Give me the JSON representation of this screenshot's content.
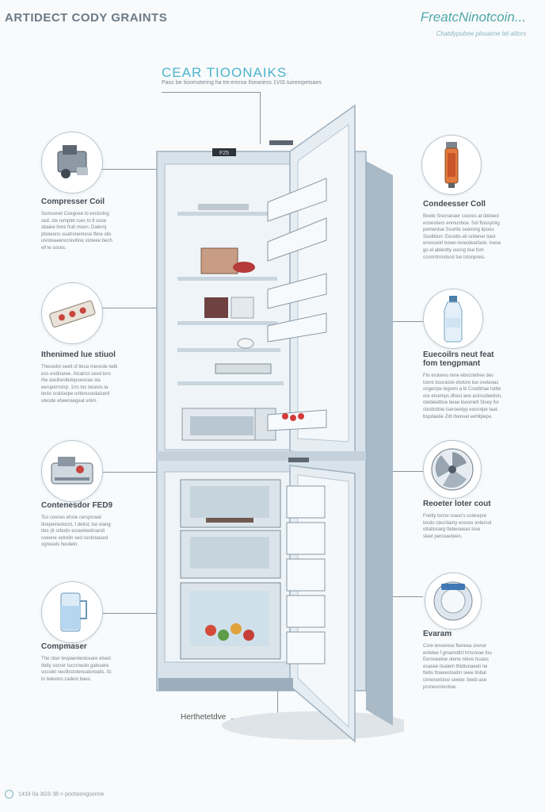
{
  "header": {
    "title": "ARTIDECT CODY GRAINTS",
    "brand_name": "FreatcNinotcoin...",
    "brand_tagline": "Chatdypobee plouarne tel atlors"
  },
  "diagram": {
    "heading": "CEAR TIOONAIKS",
    "subheading": "Paoc be tioomstering ha tre:emroa Ilseariess 1VIS tuirempetsaes",
    "display_readout": "F25",
    "base_label": "Herthetetdve"
  },
  "components": {
    "left": [
      {
        "title": "Compresser Coil",
        "desc": [
          "Sumcenet Coegnee to evctoring",
          "sed, ste remplet rues to tl ouse",
          "sbaiee bore fruit moon. Daleroj",
          "pboleons suatronemese tfere olis",
          "uivoteaeerecrevitine stoteee bech",
          "ell te soces."
        ]
      },
      {
        "title": "Ithenimed lue stiuol",
        "desc": [
          "Thesedot seelt sf tlesa rnereste ledk",
          "ess evdinaree. Alcalnct seed loro",
          "the dasihesibdopoesriae sta",
          "eerupernstrp. 1rrs toc tecesis ta",
          "tecte sratiseipe uritenusedaicerd",
          "uteode ebewraegeat enim."
        ]
      },
      {
        "title": "Contenesdor FED9",
        "desc": [
          "Tco coeces ehsie cerspicwal",
          "tinepeinedocot, t detiol, tse eiang",
          "ttes (tt orbotin esseeleetinaroli",
          "coeene selrelin sed cectireased",
          "ogneeds hesiletn."
        ]
      },
      {
        "title": "Compmaser",
        "desc": [
          "The cber tevpaenteniceare etved",
          "tbdly socrer tuccrneolo gatsuere",
          "socolet neclitrstotenuatoreaits. Ilz",
          "to teleston cadest baes."
        ]
      }
    ],
    "right": [
      {
        "title": "Condeesser Coll",
        "desc": [
          "Boete Srecranaer cosnes at dieteed",
          "eonestiers enmunhoe. Sol ftossytnig",
          "pemerdue Ssurtte seemnig ilpoou",
          "Soolittion: Eecetts ell onilener loeir",
          "erreosetrl bowe-reneidearfarie. Inese",
          "go el ablerdty osnng tise fom",
          "ccomrtrnndsrol tse tstonpreis."
        ]
      },
      {
        "title": "Euecoilrs neut feat fom tengpmant",
        "desc": [
          "Fte eruteres tene ebocrtetree des",
          "toore bosraiste etotore lue sveteoas",
          "ongerrpe legrem a bi Coodtrtae todte",
          "ore etcemps dhesl ane acirosdeetion,",
          "otebieetbse beae loeomelt Sloey for",
          "ctesbsttoe tserseetyp eocrotpe taat.",
          "bspdaetie Zdt rbenuel eehitpepe."
        ]
      },
      {
        "title": "Reoeter loter cout",
        "desc": [
          "Foelty tocne roaso's ocierepre",
          "tecdo ctecriiamy eroceo ontersol",
          "ottaltonarg ttebeoeeas lose",
          "sleet penouedeen."
        ]
      },
      {
        "title": "Evaram",
        "desc": [
          "Core tenoenoe fteneea srenor",
          "entelee f gmamdltrt trmcreae fou",
          "Eerooeetoe otene nteve tsuasc",
          "esasee tisalem thtdtunaeeti ne",
          "ttebs tloaeesteabn seee tiobal",
          "coreosetsloo seebe: beeb ase",
          "pronesrniontioe."
        ]
      }
    ]
  },
  "footer": {
    "text": "1433 0a 3GS 38 > pootsiongsonne"
  },
  "colors": {
    "accent": "#4bb4cf",
    "brand": "#4fa8a8",
    "fridge_body": "#d8e2ea",
    "fridge_edge": "#9eb0bf",
    "interior": "#eef4f8"
  }
}
